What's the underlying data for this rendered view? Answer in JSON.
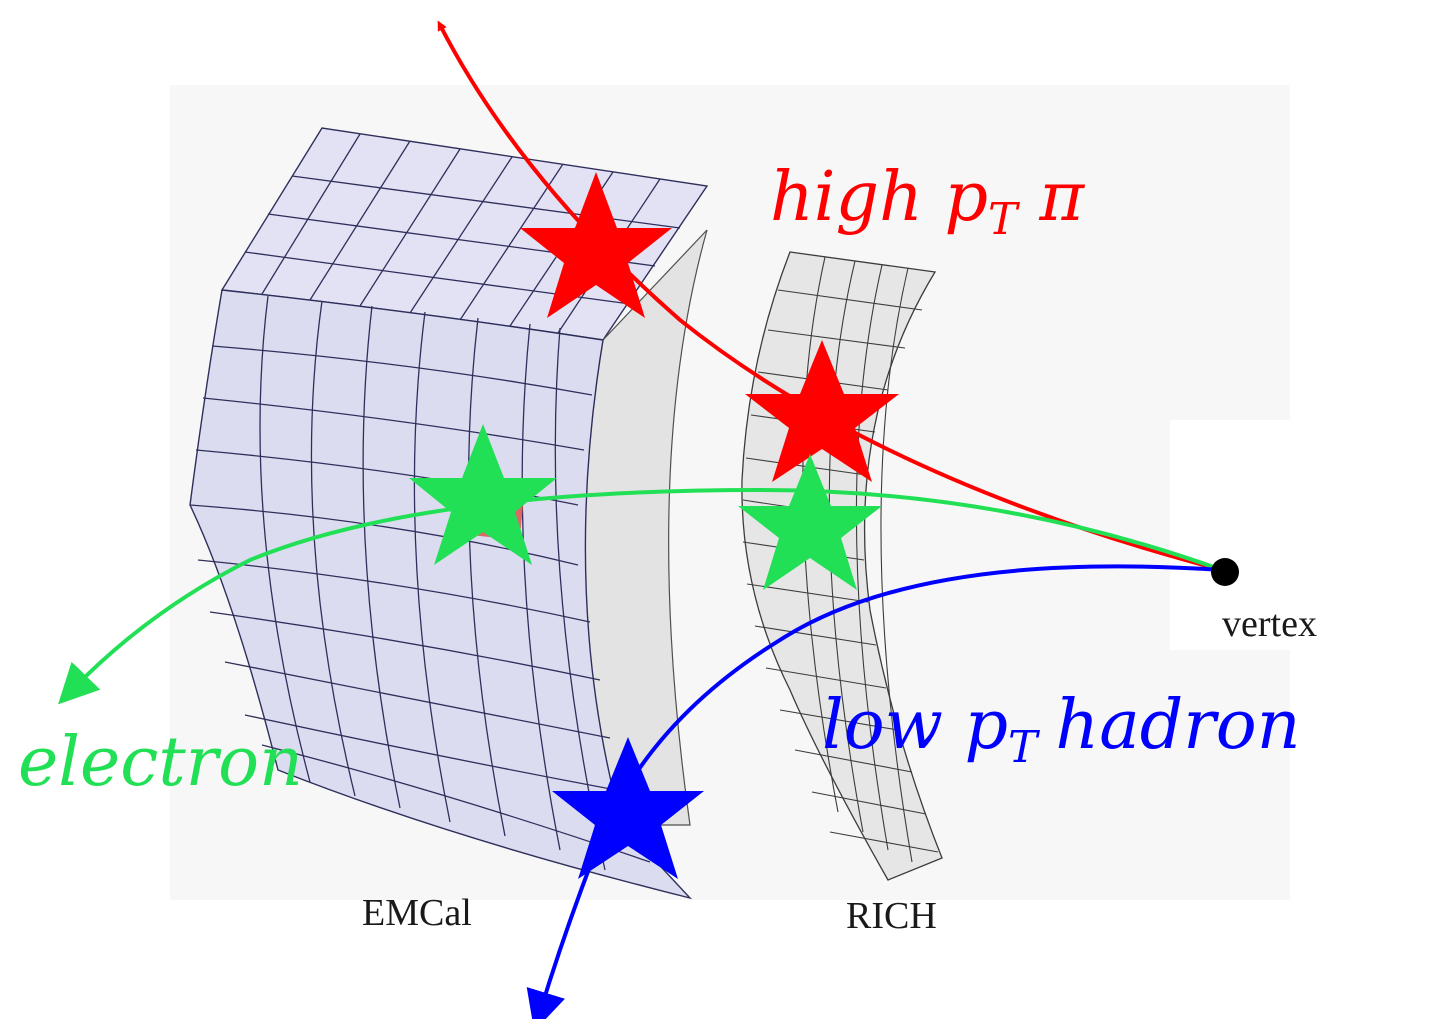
{
  "labels": {
    "high_pt_pi": "high p",
    "high_pt_pi_sub": "T",
    "high_pt_pi_tail": "π",
    "low_pt_hadron_a": "low p",
    "low_pt_hadron_sub": "T",
    "low_pt_hadron_b": "hadron",
    "electron": "electron",
    "vertex": "vertex",
    "emcal": "EMCal",
    "rich": "RICH"
  },
  "colors": {
    "pion": "#ff0000",
    "electron": "#22e055",
    "hadron": "#0000ff",
    "vertex": "#000000"
  }
}
